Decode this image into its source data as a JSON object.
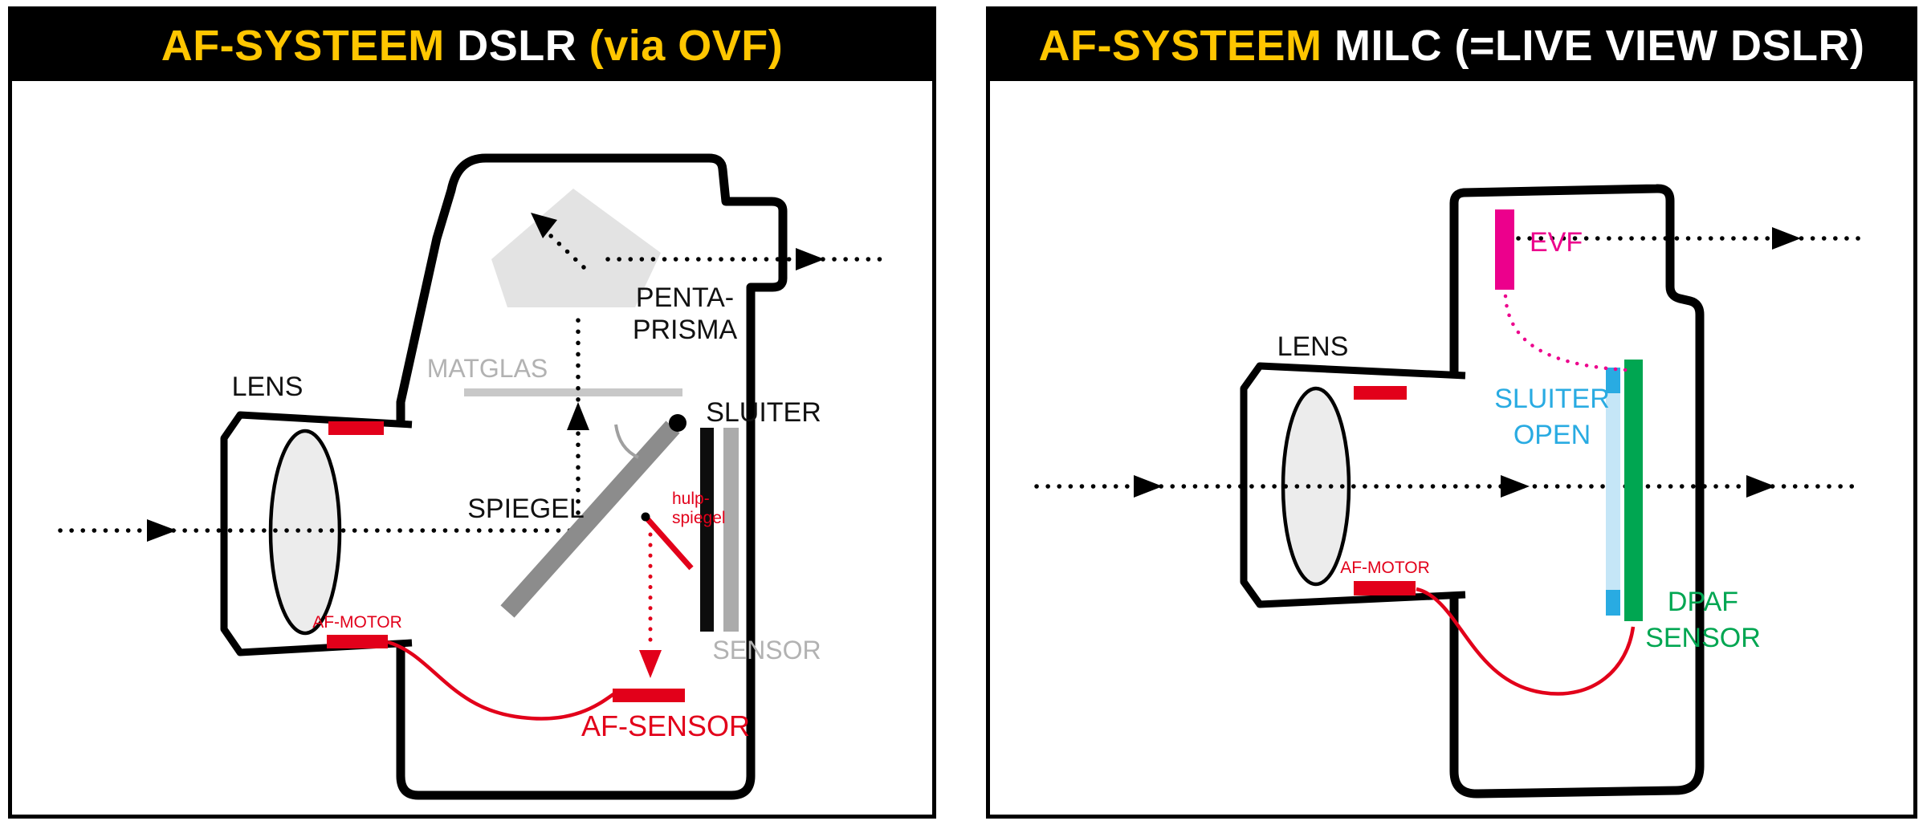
{
  "colors": {
    "yellow": "#FFC600",
    "white": "#FFFFFF",
    "red": "#E2001A",
    "magenta": "#EC008C",
    "cyan": "#29ABE2",
    "cyan-light": "#C5E6F7",
    "green": "#00A651",
    "gray-label": "#B2B2B2",
    "gray-mirror": "#8C8C8C",
    "gray-matglas": "#C8C8C8",
    "gray-prism": "#E3E3E3",
    "gray-sensor": "#ABABAB",
    "lens-fill": "#ECECEC"
  },
  "left_panel": {
    "title": [
      {
        "text": "AF-SYSTEEM ",
        "emphasis": "yellow"
      },
      {
        "text": "DSLR ",
        "emphasis": "white"
      },
      {
        "text": "(via OVF)",
        "emphasis": "yellow"
      }
    ],
    "labels": {
      "lens": "LENS",
      "penta_line1": "PENTA-",
      "penta_line2": "PRISMA",
      "matglas": "MATGLAS",
      "sluiter": "SLUITER",
      "spiegel": "SPIEGEL",
      "hulp_line1": "hulp-",
      "hulp_line2": "spiegel",
      "sensor": "SENSOR",
      "af_motor": "AF-MOTOR",
      "af_sensor": "AF-SENSOR"
    }
  },
  "right_panel": {
    "title": [
      {
        "text": "AF-SYSTEEM ",
        "emphasis": "yellow"
      },
      {
        "text": "MILC (=LIVE VIEW DSLR)",
        "emphasis": "white"
      }
    ],
    "labels": {
      "lens": "LENS",
      "evf": "EVF",
      "sluiter_line1": "SLUITER",
      "sluiter_line2": "OPEN",
      "af_motor": "AF-MOTOR",
      "dpaf_line1": "DPAF",
      "dpaf_line2": "SENSOR"
    }
  }
}
